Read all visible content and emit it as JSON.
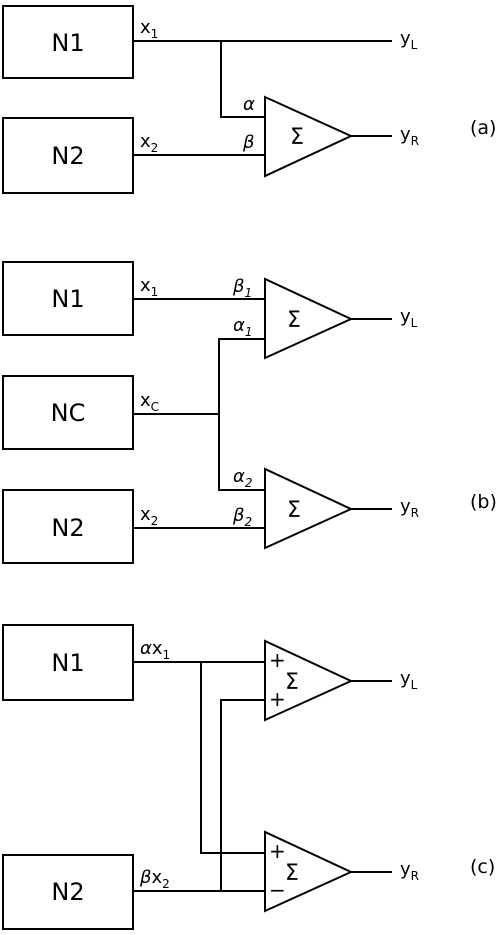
{
  "panels": {
    "a": {
      "tag": "(a)",
      "box_top": "N1",
      "box_bottom": "N2",
      "sig_top": {
        "base": "x",
        "sub": "1"
      },
      "sig_bottom": {
        "base": "x",
        "sub": "2"
      },
      "coef_top": "α",
      "coef_bottom": "β",
      "out_direct": {
        "base": "y",
        "sub": "L"
      },
      "out_amp": {
        "base": "y",
        "sub": "R"
      },
      "sigma": "Σ"
    },
    "b": {
      "tag": "(b)",
      "box_top": "N1",
      "box_mid": "NC",
      "box_bottom": "N2",
      "sig_top": {
        "base": "x",
        "sub": "1"
      },
      "sig_mid": {
        "base": "x",
        "sub": "C"
      },
      "sig_bottom": {
        "base": "x",
        "sub": "2"
      },
      "amp1_top": {
        "base": "β",
        "sub": "1"
      },
      "amp1_bottom": {
        "base": "α",
        "sub": "1"
      },
      "amp2_top": {
        "base": "α",
        "sub": "2"
      },
      "amp2_bottom": {
        "base": "β",
        "sub": "2"
      },
      "out1": {
        "base": "y",
        "sub": "L"
      },
      "out2": {
        "base": "y",
        "sub": "R"
      },
      "sigma": "Σ"
    },
    "c": {
      "tag": "(c)",
      "box_top": "N1",
      "box_bottom": "N2",
      "sig_top": {
        "coef": "α",
        "base": "x",
        "sub": "1"
      },
      "sig_bottom": {
        "coef": "β",
        "base": "x",
        "sub": "2"
      },
      "amp1_signs": [
        "+",
        "+"
      ],
      "amp2_signs": [
        "+",
        "−"
      ],
      "out1": {
        "base": "y",
        "sub": "L"
      },
      "out2": {
        "base": "y",
        "sub": "R"
      },
      "sigma": "Σ"
    }
  }
}
